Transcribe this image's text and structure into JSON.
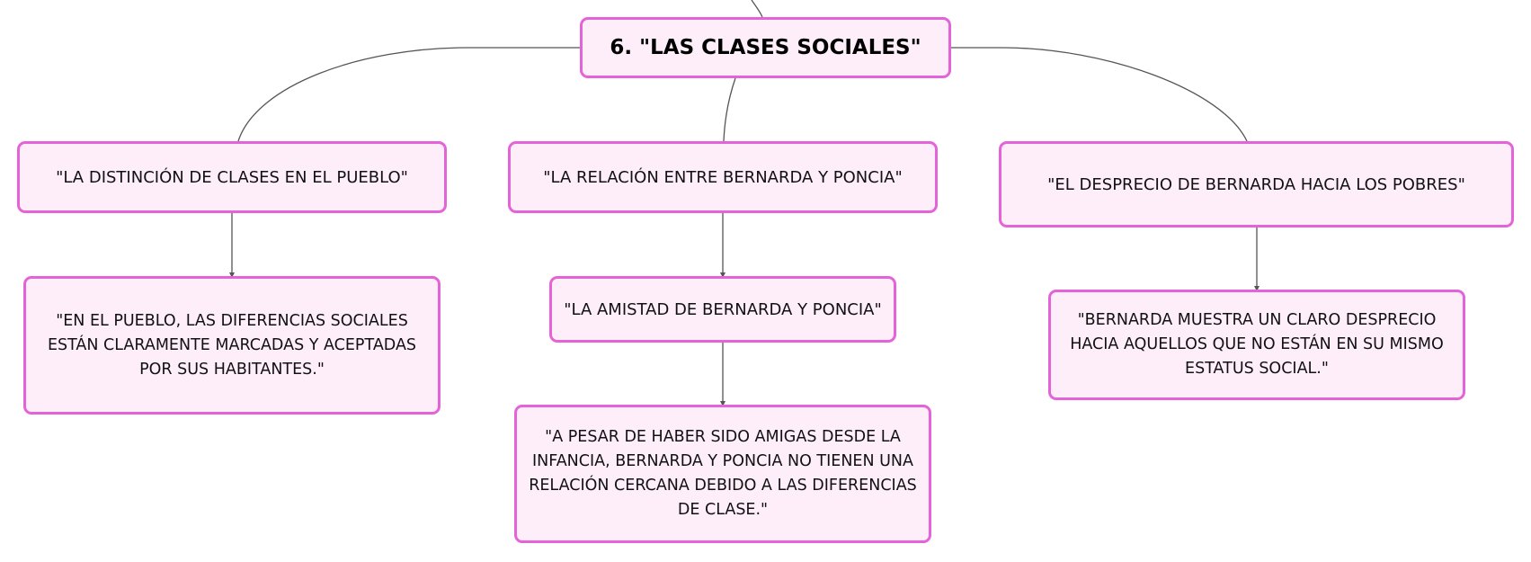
{
  "map": {
    "root": "6. \"LAS CLASES SOCIALES\"",
    "branches": [
      {
        "title": "\"LA DISTINCIÓN DE CLASES EN EL PUEBLO\"",
        "children": [
          "\"EN EL PUEBLO, LAS DIFERENCIAS SOCIALES ESTÁN CLARAMENTE MARCADAS Y ACEPTADAS POR SUS HABITANTES.\""
        ]
      },
      {
        "title": "\"LA RELACIÓN ENTRE BERNARDA Y PONCIA\"",
        "children": [
          "\"LA AMISTAD DE BERNARDA Y PONCIA\"",
          "\"A PESAR DE HABER SIDO AMIGAS DESDE LA INFANCIA, BERNARDA Y PONCIA NO TIENEN UNA RELACIÓN CERCANA DEBIDO A LAS DIFERENCIAS DE CLASE.\""
        ]
      },
      {
        "title": "\"EL DESPRECIO DE BERNARDA HACIA LOS POBRES\"",
        "children": [
          "\"BERNARDA MUESTRA UN CLARO DESPRECIO HACIA AQUELLOS QUE NO ESTÁN EN SU MISMO ESTATUS SOCIAL.\""
        ]
      }
    ]
  },
  "colors": {
    "node_fill": "#fdeefa",
    "node_border": "#e563d8",
    "connector": "#555555",
    "text": "#111111"
  }
}
